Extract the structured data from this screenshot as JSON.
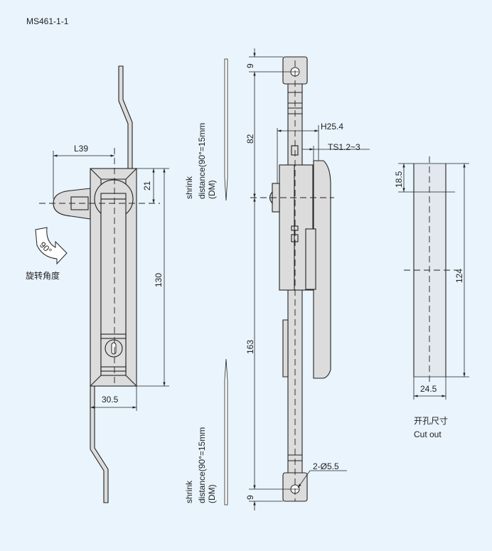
{
  "title": "MS461-1-1",
  "front_view": {
    "dim_length": "L39",
    "dim_21": "21",
    "dim_130": "130",
    "dim_width": "30.5",
    "rotation_angle": "90°",
    "rotation_label": "旋转角度"
  },
  "shrink_note": {
    "line1": "shrink",
    "line2": "distance(90°=15mm",
    "line3": "(DM)"
  },
  "side_view": {
    "dim_9_top": "9",
    "dim_82": "82",
    "dim_163": "163",
    "dim_9_bottom": "9",
    "dim_h": "H25.4",
    "dim_ts": "TS1.2~3",
    "dim_hole": "2-Ø5.5"
  },
  "cutout": {
    "dim_18_5": "18.5",
    "dim_124": "124",
    "dim_24_5": "24.5",
    "label_cn": "开孔尺寸",
    "label_en": "Cut out"
  }
}
